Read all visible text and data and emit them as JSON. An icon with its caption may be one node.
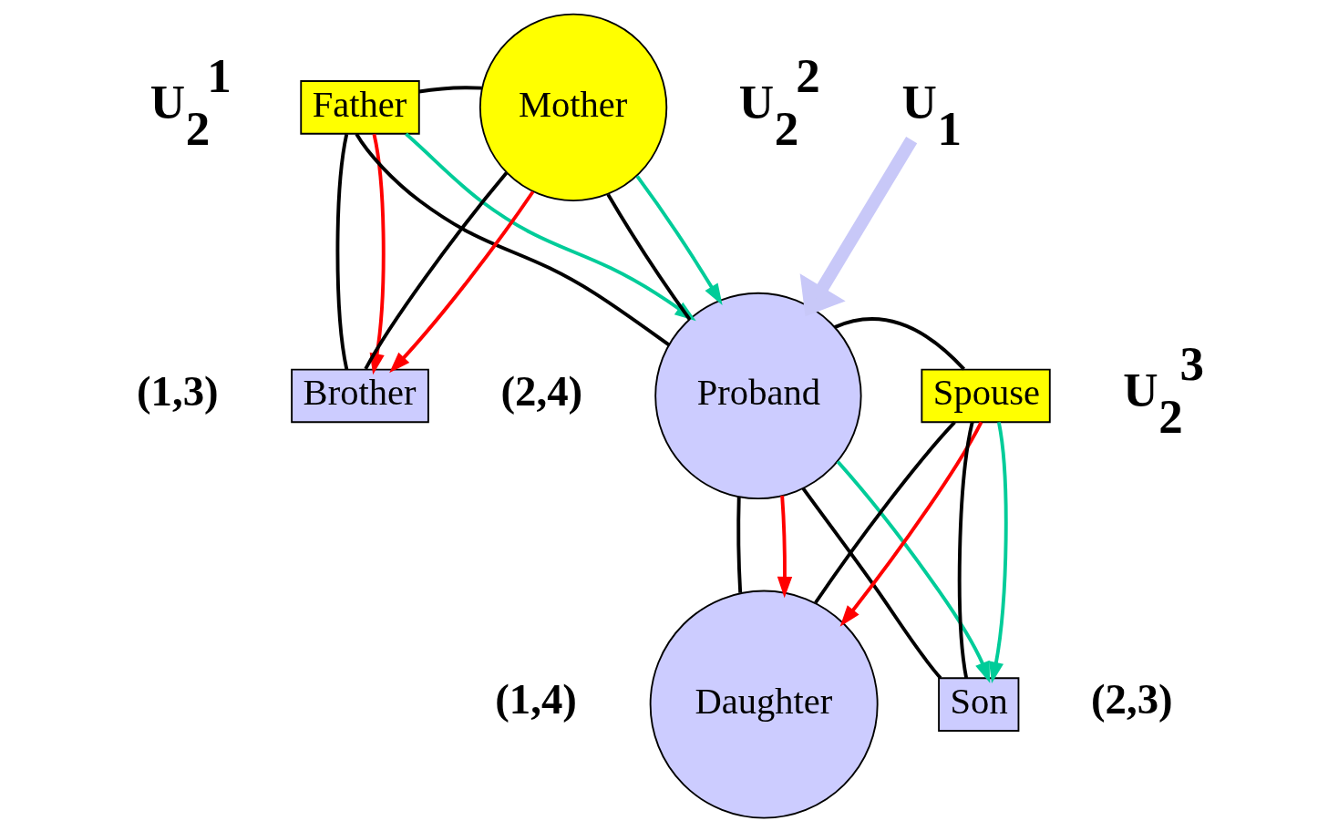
{
  "diagram": {
    "nodes": [
      {
        "text": [
          "Father"
        ]
      },
      {
        "text": [
          "Mother"
        ]
      },
      {
        "text": [
          "U$_{1}$"
        ]
      },
      {
        "text": [
          "Brother"
        ],
        "beside": [
          "(1,3)"
        ]
      },
      {
        "text": [
          "Proband"
        ],
        "beside": [
          "(2,4)"
        ]
      },
      {
        "text": [
          "Spouse"
        ]
      },
      {
        "text": [
          "Daughter"
        ],
        "beside": [
          "(1,4)"
        ]
      },
      {
        "text": [
          "Son"
        ],
        "beside": [
          "(2,3)"
        ]
      }
    ],
    "edges": [
      {
        "from": 0,
        "to": 1,
        "arrow": "none"
      },
      {
        "from": 0,
        "to": 3,
        "arrow": "none"
      },
      {
        "from": 1,
        "to": 3,
        "arrow": "none"
      },
      {
        "from": 0,
        "to": 4,
        "arrow": "none"
      },
      {
        "from": 1,
        "to": 4,
        "arrow": "none"
      },
      {
        "from": 0,
        "to": 3,
        "arrow": "to",
        "color": "#ff0000"
      },
      {
        "from": 1,
        "to": 3,
        "arrow": "to",
        "color": "#ff0000"
      },
      {
        "from": 0,
        "to": 4,
        "arrow": "to",
        "color": "#00cc99"
      },
      {
        "from": 1,
        "to": 4,
        "arrow": "to",
        "color": "#00cc99"
      },
      {
        "from": 2,
        "to": 4,
        "arrow": "to",
        "style": "thick",
        "color": "#c8c8f8"
      },
      {
        "from": 4,
        "to": 5,
        "arrow": "none"
      },
      {
        "from": 4,
        "to": 6,
        "arrow": "none"
      },
      {
        "from": 5,
        "to": 6,
        "arrow": "none"
      },
      {
        "from": 4,
        "to": 7,
        "arrow": "none"
      },
      {
        "from": 5,
        "to": 7,
        "arrow": "none"
      },
      {
        "from": 4,
        "to": 6,
        "arrow": "to",
        "color": "#ff0000"
      },
      {
        "from": 5,
        "to": 6,
        "arrow": "to",
        "color": "#ff0000"
      },
      {
        "from": 4,
        "to": 7,
        "arrow": "to",
        "color": "#00cc99"
      },
      {
        "from": 5,
        "to": 7,
        "arrow": "to",
        "color": "#00cc99"
      }
    ],
    "labels": [
      "U$_{2}$$^{1}$",
      "U$_{2}$$^{2}$",
      "U$_{2}$$^{3}$"
    ]
  }
}
